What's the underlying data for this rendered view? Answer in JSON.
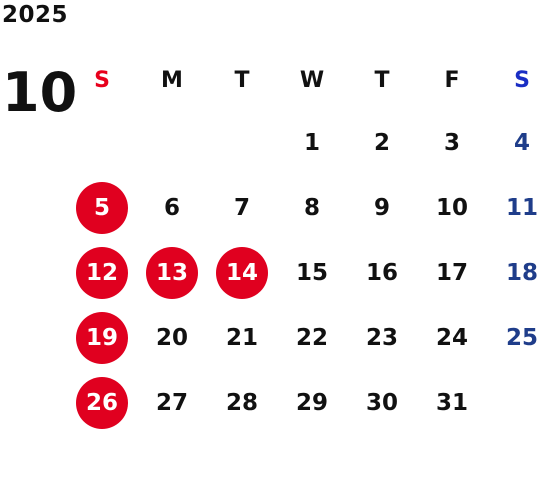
{
  "calendar": {
    "year": "2025",
    "month": "10",
    "weekdays": [
      "S",
      "M",
      "T",
      "W",
      "T",
      "F",
      "S"
    ],
    "colors": {
      "sunday_header": "#e8001c",
      "saturday_header": "#1a2ec4",
      "saturday_date": "#1f3d8a",
      "holiday_fill": "#e0001f",
      "weekday_text": "#111111"
    },
    "weeks": [
      [
        "",
        "",
        "",
        "1",
        "2",
        "3",
        "4"
      ],
      [
        "5",
        "6",
        "7",
        "8",
        "9",
        "10",
        "11"
      ],
      [
        "12",
        "13",
        "14",
        "15",
        "16",
        "17",
        "18"
      ],
      [
        "19",
        "20",
        "21",
        "22",
        "23",
        "24",
        "25"
      ],
      [
        "26",
        "27",
        "28",
        "29",
        "30",
        "31",
        ""
      ]
    ],
    "highlighted_dates": [
      "5",
      "12",
      "13",
      "14",
      "19",
      "26"
    ]
  }
}
